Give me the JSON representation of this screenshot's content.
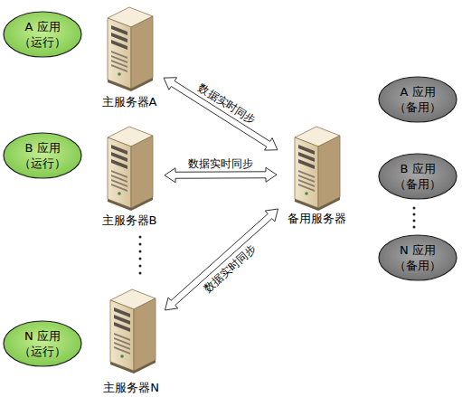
{
  "diagram": {
    "nodes": [
      {
        "text": [
          "A 应用 （运行）"
        ]
      },
      {
        "text": [
          "主服务器A"
        ]
      },
      {
        "text": [
          "B 应用 （运行）"
        ]
      },
      {
        "text": [
          "主服务器B"
        ]
      },
      {
        "text": [
          "N 应用 （运行）"
        ]
      },
      {
        "text": [
          "主服务器N"
        ]
      },
      {
        "text": [
          "备用服务器"
        ]
      },
      {
        "text": [
          "A 应用 （备用）"
        ]
      },
      {
        "text": [
          "B 应用 （备用）"
        ]
      },
      {
        "text": [
          "N 应用 （备用）"
        ]
      }
    ],
    "edges": [
      {
        "from": 1,
        "to": 6,
        "label": "数据实时同步",
        "arrow": "both"
      },
      {
        "from": 3,
        "to": 6,
        "label": "数据实时同步",
        "arrow": "both"
      },
      {
        "from": 5,
        "to": 6,
        "label": "数据实时同步",
        "arrow": "both"
      }
    ]
  }
}
